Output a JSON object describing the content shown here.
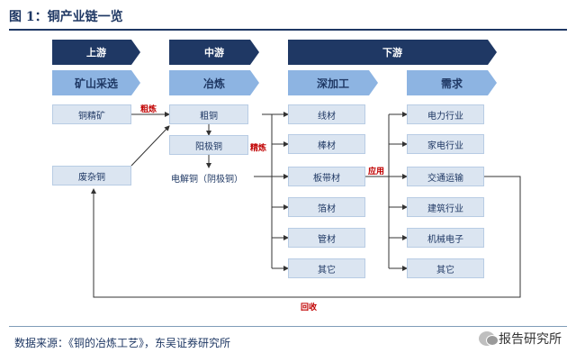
{
  "figure": {
    "title": "图 1：铜产业链一览",
    "source": "数据来源：《铜的冶炼工艺》，东吴证券研究所",
    "watermark": "报告研究所"
  },
  "stages": {
    "upstream": {
      "label": "上游",
      "sub": "矿山采选"
    },
    "midstream": {
      "label": "中游",
      "sub": "冶炼"
    },
    "downstream": {
      "label": "下游",
      "sub_processing": "深加工",
      "sub_demand": "需求"
    }
  },
  "nodes": {
    "upstream": [
      "铜精矿",
      "废杂铜"
    ],
    "midstream": [
      "粗铜",
      "阳极铜",
      "电解铜（阴极铜）"
    ],
    "processing": [
      "线材",
      "棒材",
      "板带材",
      "箔材",
      "管材",
      "其它"
    ],
    "demand": [
      "电力行业",
      "家电行业",
      "交通运输",
      "建筑行业",
      "机械电子",
      "其它"
    ]
  },
  "edge_labels": {
    "rough_smelting": "粗炼",
    "refining": "精炼",
    "application": "应用",
    "recycling": "回收"
  }
}
